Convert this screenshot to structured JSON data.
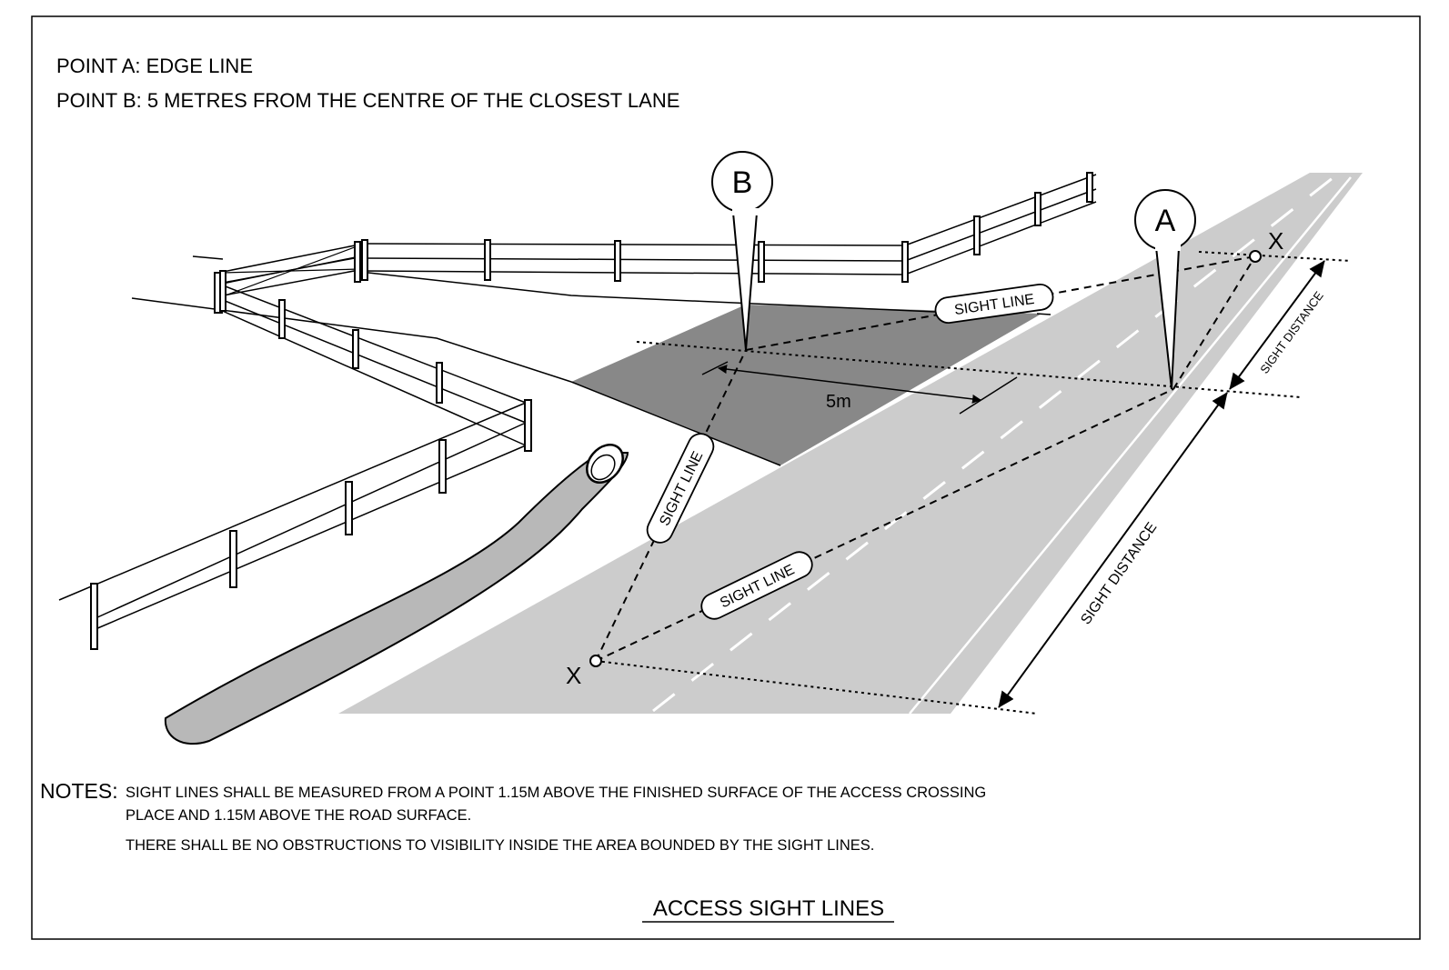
{
  "header": {
    "point_a": "POINT A: EDGE LINE",
    "point_b": "POINT B: 5 METRES FROM THE CENTRE OF THE CLOSEST LANE"
  },
  "diagram": {
    "bubble_a": "A",
    "bubble_b": "B",
    "distance_label": "5m",
    "sight_line_label": "SIGHT LINE",
    "sight_distance_label": "SIGHT DISTANCE",
    "x_marker": "X"
  },
  "notes": {
    "label": "NOTES:",
    "line1": "SIGHT LINES SHALL BE MEASURED FROM A POINT 1.15M ABOVE THE FINISHED SURFACE OF THE ACCESS CROSSING",
    "line2": "PLACE AND 1.15M ABOVE THE ROAD SURFACE.",
    "line3": "THERE SHALL BE NO OBSTRUCTIONS TO VISIBILITY INSIDE THE AREA BOUNDED BY THE SIGHT LINES."
  },
  "title": "ACCESS SIGHT LINES",
  "colors": {
    "road": "#cccccc",
    "access_area": "#888888",
    "pipe": "#b8b8b8",
    "ink": "#000000"
  }
}
